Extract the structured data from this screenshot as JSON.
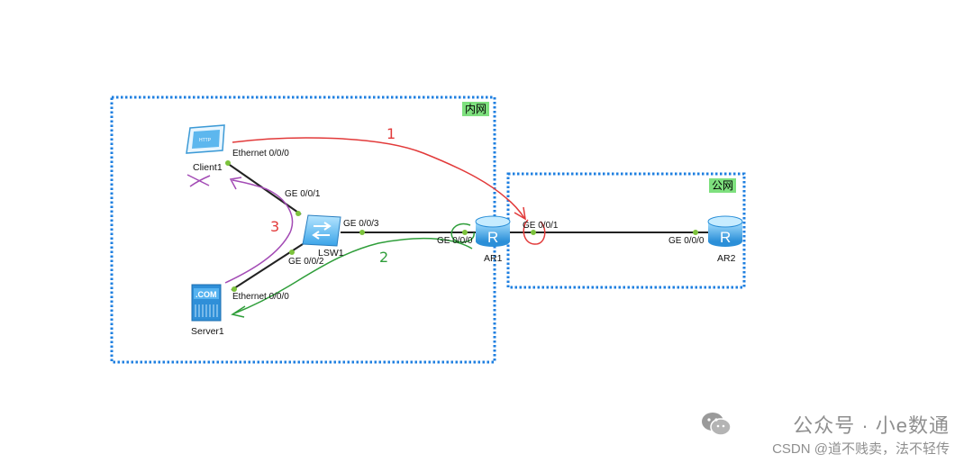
{
  "zones": {
    "inner": {
      "label": "内网"
    },
    "public": {
      "label": "公网"
    }
  },
  "devices": {
    "client1": {
      "name": "Client1"
    },
    "server1": {
      "name": "Server1"
    },
    "lsw1": {
      "name": "LSW1"
    },
    "ar1": {
      "name": "AR1"
    },
    "ar2": {
      "name": "AR2"
    }
  },
  "ports": {
    "client1_eth": "Ethernet 0/0/0",
    "lsw1_ge001": "GE 0/0/1",
    "lsw1_ge003": "GE 0/0/3",
    "lsw1_ge002": "GE 0/0/2",
    "server1_eth": "Ethernet 0/0/0",
    "ar1_ge000": "GE 0/0/0",
    "ar1_ge001": "GE 0/0/1",
    "ar2_ge000": "GE 0/0/0"
  },
  "annotations": {
    "path1": {
      "label": "1",
      "color": "#e23a3a"
    },
    "path2": {
      "label": "2",
      "color": "#2f9e3a"
    },
    "path3": {
      "label": "3",
      "color": "#a34bb5"
    }
  },
  "colors": {
    "zone_border": "#1e7fe0",
    "zone_label_bg": "#7ee07e",
    "link": "#222222",
    "port_dot": "#7cc23c"
  },
  "icons": {
    "client1": "client-icon",
    "server1": "server-icon",
    "lsw1": "switch-icon",
    "ar1": "router-icon",
    "ar2": "router-icon",
    "watermark": "wechat-icon"
  },
  "watermark": {
    "main": "公众号 · 小e数通",
    "sub": "CSDN @道不贱卖，法不轻传"
  }
}
